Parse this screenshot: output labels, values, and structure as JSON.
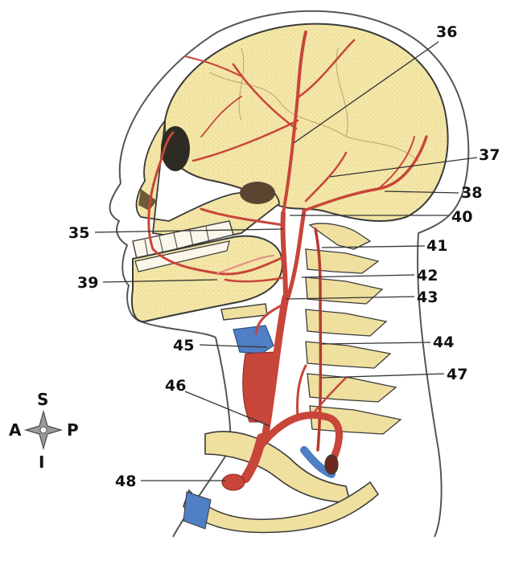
{
  "labels": [
    {
      "id": "l35",
      "text": "35"
    },
    {
      "id": "l36",
      "text": "36"
    },
    {
      "id": "l37",
      "text": "37"
    },
    {
      "id": "l38",
      "text": "38"
    },
    {
      "id": "l39",
      "text": "39"
    },
    {
      "id": "l40",
      "text": "40"
    },
    {
      "id": "l41",
      "text": "41"
    },
    {
      "id": "l42",
      "text": "42"
    },
    {
      "id": "l43",
      "text": "43"
    },
    {
      "id": "l44",
      "text": "44"
    },
    {
      "id": "l45",
      "text": "45"
    },
    {
      "id": "l46",
      "text": "46"
    },
    {
      "id": "l47",
      "text": "47"
    },
    {
      "id": "l48",
      "text": "48"
    }
  ],
  "compass": {
    "superior": "S",
    "inferior": "I",
    "anterior": "A",
    "posterior": "P"
  },
  "colors": {
    "bone": "#f3e6a6",
    "bone_shade": "#e3cf82",
    "artery": "#c8453a",
    "artery_dark": "#9b2d26",
    "vein": "#4f7fc4",
    "outline": "#3a3a3a"
  }
}
